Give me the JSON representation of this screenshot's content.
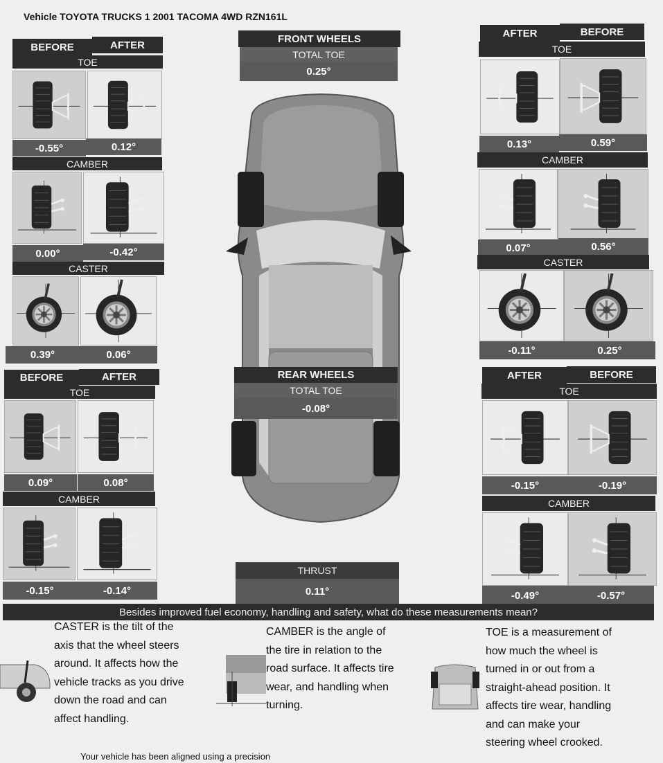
{
  "vehicle": "Vehicle TOYOTA TRUCKS 1 2001 TACOMA 4WD RZN161L",
  "labels": {
    "before": "BEFORE",
    "after": "AFTER",
    "toe": "TOE",
    "camber": "CAMBER",
    "caster": "CASTER"
  },
  "front": {
    "title": "FRONT WHEELS",
    "total_toe_label": "TOTAL TOE",
    "total_toe_value": "0.25°",
    "left": {
      "toe_before": "-0.55°",
      "toe_after": "0.12°",
      "camber_before": "0.00°",
      "camber_after": "-0.42°",
      "caster_before": "0.39°",
      "caster_after": "0.06°"
    },
    "right": {
      "toe_after": "0.13°",
      "toe_before": "0.59°",
      "camber_after": "0.07°",
      "camber_before": "0.56°",
      "caster_after": "-0.11°",
      "caster_before": "0.25°"
    }
  },
  "rear": {
    "title": "REAR WHEELS",
    "total_toe_label": "TOTAL TOE",
    "total_toe_value": "-0.08°",
    "thrust_label": "THRUST",
    "thrust_value": "0.11°",
    "left": {
      "toe_before": "0.09°",
      "toe_after": "0.08°",
      "camber_before": "-0.15°",
      "camber_after": "-0.14°"
    },
    "right": {
      "toe_after": "-0.15°",
      "toe_before": "-0.19°",
      "camber_after": "-0.49°",
      "camber_before": "-0.57°"
    }
  },
  "question": "Besides improved fuel economy, handling and safety, what do these measurements mean?",
  "explanations": {
    "caster": [
      "CASTER is the tilt of the",
      "axis that the wheel steers",
      "around. It affects how the",
      "vehicle tracks as you drive",
      "down the road and can",
      "affect handling."
    ],
    "camber": [
      "CAMBER is the angle of",
      "the tire in relation to the",
      "road surface. It affects tire",
      "wear, and handling when",
      "turning."
    ],
    "toe": [
      "TOE is a measurement of",
      "how much the wheel is",
      "turned in or out from a",
      "straight-ahead position. It",
      "affects tire wear, handling",
      "and can make your",
      "steering wheel crooked."
    ]
  },
  "footer": "Your vehicle has been aligned using a precision",
  "icons": {
    "toe_cell": "toe-wheel-icon",
    "camber_cell": "camber-wheel-icon",
    "caster_cell": "caster-wheel-icon",
    "car": "car-top-view-icon"
  }
}
